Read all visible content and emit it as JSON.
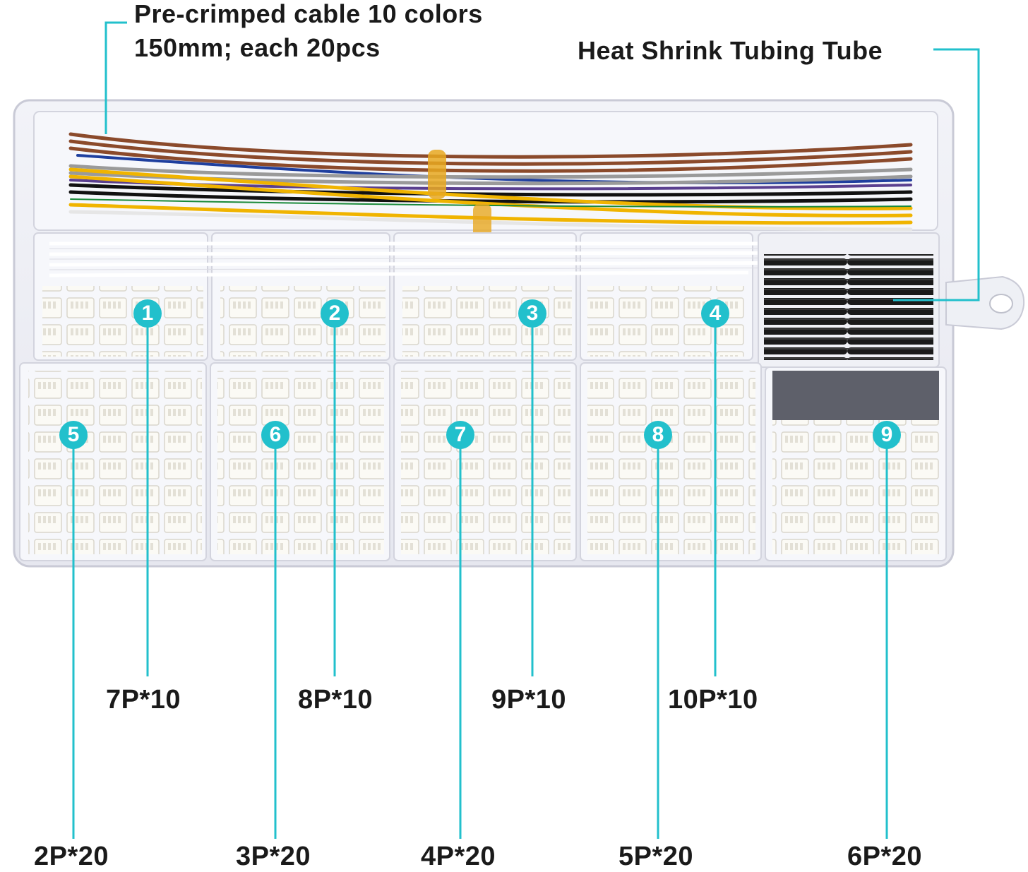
{
  "callouts": {
    "cable_line1": "Pre-crimped cable 10 colors",
    "cable_line2": "150mm; each 20pcs",
    "heat_shrink": "Heat Shrink Tubing Tube"
  },
  "compartments": [
    {
      "number": "1",
      "count": "7P*10"
    },
    {
      "number": "2",
      "count": "8P*10"
    },
    {
      "number": "3",
      "count": "9P*10"
    },
    {
      "number": "4",
      "count": "10P*10"
    },
    {
      "number": "5",
      "count": "2P*20"
    },
    {
      "number": "6",
      "count": "3P*20"
    },
    {
      "number": "7",
      "count": "4P*20"
    },
    {
      "number": "8",
      "count": "5P*20"
    },
    {
      "number": "9",
      "count": "6P*20"
    }
  ],
  "colors": {
    "accent": "#22c0cc",
    "wire_colors": [
      "#8b4a2b",
      "#1f3f9e",
      "#f0b400",
      "#9a9a9a",
      "#5a3f8f",
      "#111111",
      "#ffffff",
      "#1a8a3a",
      "#c04020",
      "#e8e0d0"
    ]
  }
}
